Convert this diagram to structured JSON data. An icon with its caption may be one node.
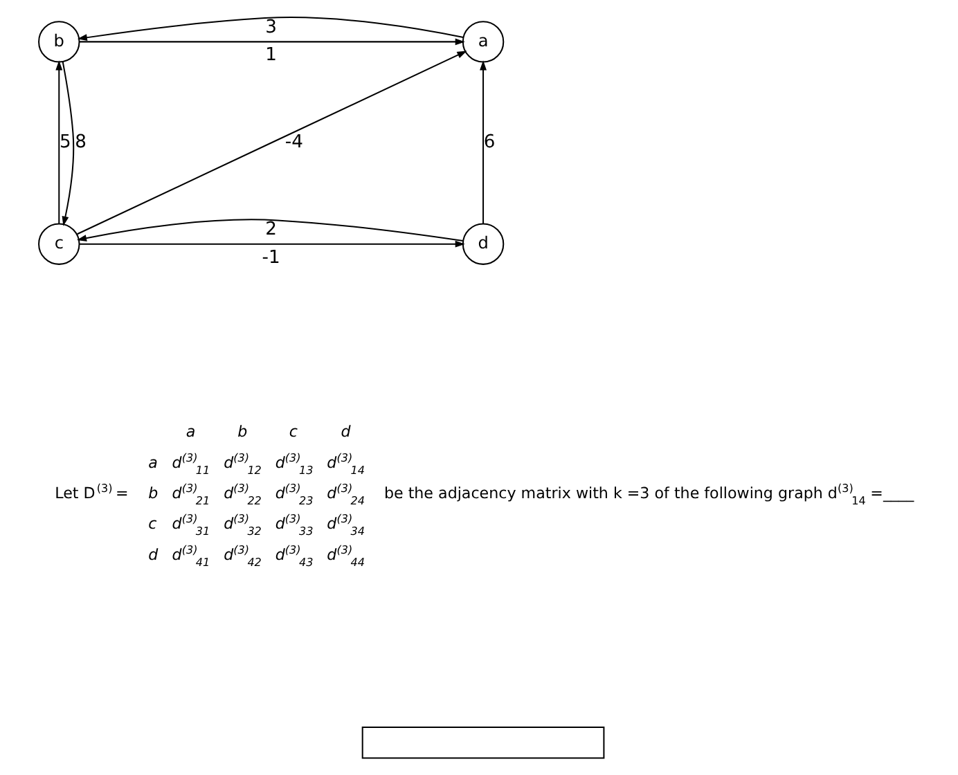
{
  "diagram": {
    "nodes": [
      {
        "text": [
          "a"
        ]
      },
      {
        "text": [
          "b"
        ]
      },
      {
        "text": [
          "c"
        ]
      },
      {
        "text": [
          "d"
        ]
      },
      {
        "text": [],
        "shape": "box"
      }
    ],
    "edges": [
      {
        "from": 1,
        "to": 0,
        "arrow": "to",
        "label": "1"
      },
      {
        "from": 0,
        "to": 1,
        "arrow": "to",
        "label": "3"
      },
      {
        "from": 2,
        "to": 0,
        "arrow": "to",
        "label": "-4"
      },
      {
        "from": 3,
        "to": 0,
        "arrow": "to",
        "label": "6"
      },
      {
        "from": 1,
        "to": 2,
        "arrow": "to",
        "label": "8"
      },
      {
        "from": 2,
        "to": 1,
        "arrow": "to",
        "label": "5"
      },
      {
        "from": 2,
        "to": 3,
        "arrow": "to",
        "label": "-1"
      },
      {
        "from": 3,
        "to": 2,
        "arrow": "to",
        "label": "2"
      }
    ],
    "labels": [
      "Let D$^{(3)}$ =",
      "a",
      "b",
      "c",
      "d",
      "a",
      "d$^{(3)}$$_{11}$",
      "d$^{(3)}$$_{12}$",
      "d$^{(3)}$$_{13}$",
      "d$^{(3)}$$_{14}$",
      "b",
      "d$^{(3)}$$_{21}$",
      "d$^{(3)}$$_{22}$",
      "d$^{(3)}$$_{23}$",
      "d$^{(3)}$$_{24}$",
      "c",
      "d$^{(3)}$$_{31}$",
      "d$^{(3)}$$_{32}$",
      "d$^{(3)}$$_{33}$",
      "d$^{(3)}$$_{34}$",
      "d",
      "d$^{(3)}$$_{41}$",
      "d$^{(3)}$$_{42}$",
      "d$^{(3)}$$_{43}$",
      "d$^{(3)}$$_{44}$",
      "be the adjacency matrix with k =3 of the following graph d$^{(3)}$$_{14}$ =____"
    ]
  }
}
